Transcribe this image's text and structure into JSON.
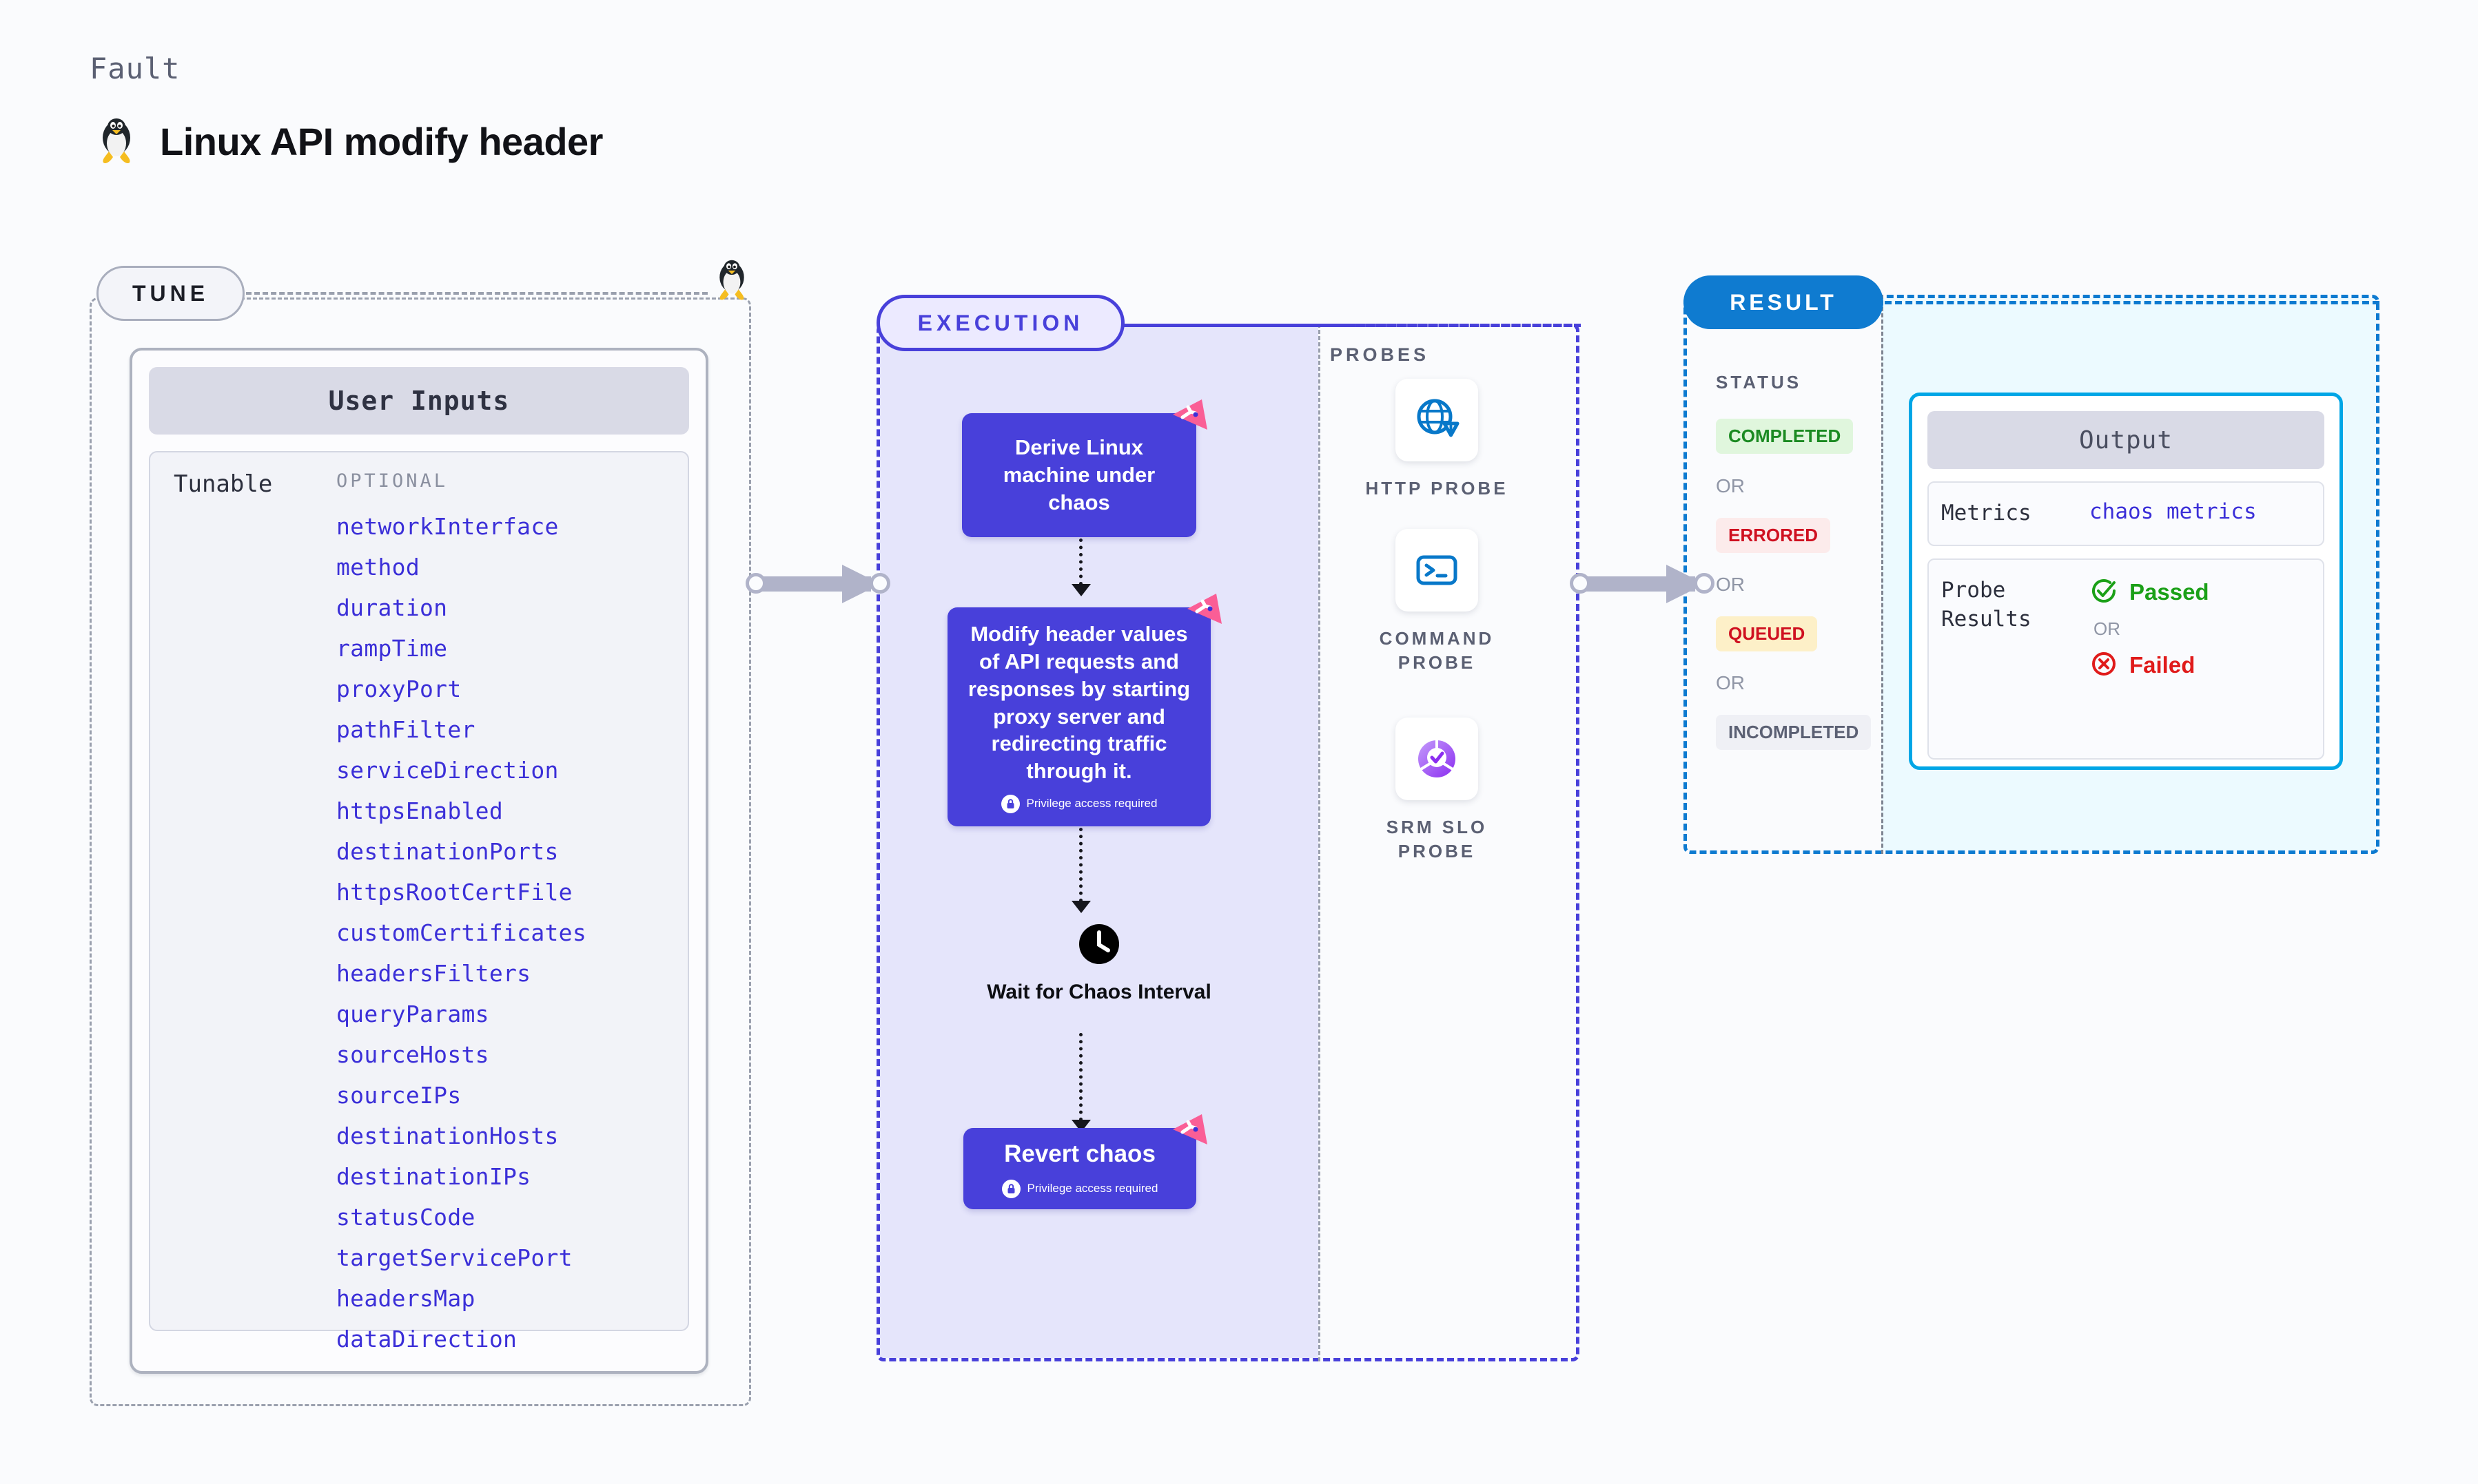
{
  "header": {
    "kicker": "Fault",
    "title": "Linux API modify header",
    "os_icon": "tux-penguin-icon"
  },
  "tune": {
    "pill_label": "TUNE",
    "corner_icon": "tux-penguin-icon",
    "card": {
      "title": "User Inputs",
      "row_label": "Tunable",
      "group_label": "OPTIONAL",
      "tunables": [
        "networkInterface",
        "method",
        "duration",
        "rampTime",
        "proxyPort",
        "pathFilter",
        "serviceDirection",
        "httpsEnabled",
        "destinationPorts",
        "httpsRootCertFile",
        "customCertificates",
        "headersFilters",
        "queryParams",
        "sourceHosts",
        "sourceIPs",
        "destinationHosts",
        "destinationIPs",
        "statusCode",
        "targetServicePort",
        "headersMap",
        "dataDirection"
      ]
    }
  },
  "execution": {
    "pill_label": "EXECUTION",
    "nodes": [
      {
        "text": "Derive Linux machine under chaos",
        "privilege": null,
        "flag_icon": "chaos-flag-icon"
      },
      {
        "text": "Modify header values of API requests and responses by starting proxy server and redirecting traffic through it.",
        "privilege": "Privilege access required",
        "flag_icon": "chaos-flag-icon"
      },
      {
        "text": "Revert chaos",
        "privilege": "Privilege access required",
        "flag_icon": "chaos-flag-icon"
      }
    ],
    "wait_step": {
      "label": "Wait for Chaos Interval",
      "icon": "clock-icon"
    }
  },
  "probes": {
    "section_label": "PROBES",
    "items": [
      {
        "label": "HTTP PROBE",
        "icon": "globe-warning-icon"
      },
      {
        "label": "COMMAND PROBE",
        "icon": "terminal-icon"
      },
      {
        "label": "SRM SLO PROBE",
        "icon": "slo-donut-check-icon"
      }
    ]
  },
  "result": {
    "pill_label": "RESULT",
    "status_label": "STATUS",
    "or_label": "OR",
    "statuses": [
      {
        "label": "COMPLETED",
        "color": "#1b8a22",
        "bg": "#e0f6dd"
      },
      {
        "label": "ERRORED",
        "color": "#cf1020",
        "bg": "#fcebeb"
      },
      {
        "label": "QUEUED",
        "color": "#cf1020",
        "bg": "#fdf0c8"
      },
      {
        "label": "INCOMPLETED",
        "color": "#5b6073",
        "bg": "#eff0f5"
      }
    ],
    "output": {
      "title": "Output",
      "metrics_key": "Metrics",
      "metrics_value": "chaos metrics",
      "probe_results_key": "Probe Results",
      "or_label": "OR",
      "passed": {
        "label": "Passed",
        "icon": "check-circle-icon",
        "color": "#1ba018"
      },
      "failed": {
        "label": "Failed",
        "icon": "x-circle-icon",
        "color": "#e01b1b"
      }
    }
  },
  "colors": {
    "accent_purple": "#4840da",
    "accent_blue": "#0d7ad0",
    "accent_cyan": "#00a6e6",
    "flag_pink": "#fa5e96",
    "tunable_link": "#3b2fd8",
    "page_bg": "#fafbfd"
  }
}
